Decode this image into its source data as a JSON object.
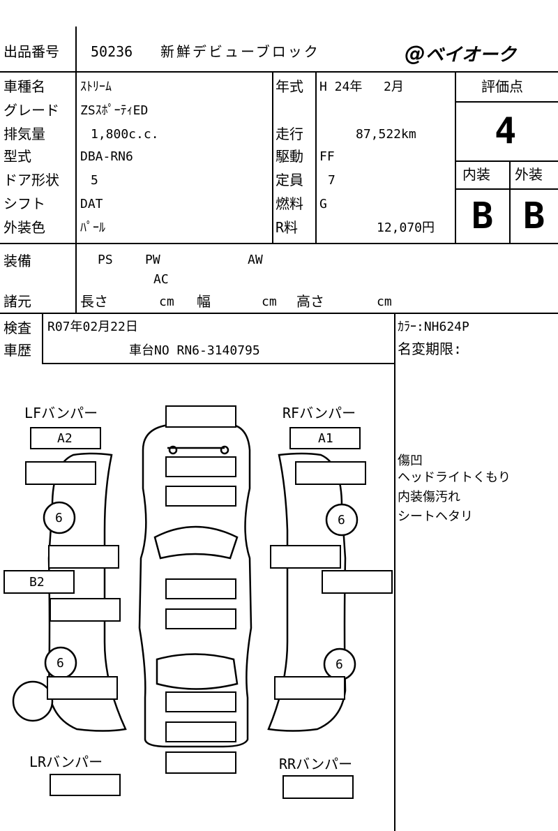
{
  "header": {
    "lot_label": "出品番号",
    "lot_no": "50236",
    "title": "新鮮デビューブロック",
    "logo": "ベイオーク"
  },
  "vehicle": {
    "name_label": "車種名",
    "name": "ｽﾄﾘｰﾑ",
    "grade_label": "グレード",
    "grade": "ZSｽﾎﾟｰﾃｨED",
    "displacement_label": "排気量",
    "displacement": "1,800c.c.",
    "model_label": "型式",
    "model": "DBA-RN6",
    "doors_label": "ドア形状",
    "doors": "5",
    "shift_label": "シフト",
    "shift": "DAT",
    "color_label": "外装色",
    "color": "ﾊﾟｰﾙ",
    "year_label": "年式",
    "year": "H 24年",
    "month": "2月",
    "mileage_label": "走行",
    "mileage": "87,522km",
    "drive_label": "駆動",
    "drive": "FF",
    "capacity_label": "定員",
    "capacity": "7",
    "fuel_label": "燃料",
    "fuel": "G",
    "rfee_label": "R料",
    "rfee": "12,070円"
  },
  "rating": {
    "label": "評価点",
    "score": "4",
    "interior_label": "内装",
    "interior": "B",
    "exterior_label": "外装",
    "exterior": "B"
  },
  "equipment": {
    "label": "装備",
    "ps": "PS",
    "pw": "PW",
    "aw": "AW",
    "ac": "AC"
  },
  "specs": {
    "label": "諸元",
    "length": "長さ",
    "width": "幅",
    "height": "高さ",
    "unit": "cm"
  },
  "inspection": {
    "label": "検査",
    "value": "R07年02月22日",
    "history_label": "車歴",
    "chassis": "車台NO  RN6-3140795",
    "color_code": "ｶﾗｰ:NH624P",
    "name_change": "名変期限:"
  },
  "diagram": {
    "lf_bumper": "LFバンパー",
    "lf_mark": "A2",
    "rf_bumper": "RFバンパー",
    "rf_mark": "A1",
    "lr_bumper": "LRバンパー",
    "rr_bumper": "RRバンパー",
    "left_side_mark": "B2",
    "tire_lf": "6",
    "tire_rf": "6",
    "tire_lr": "6",
    "tire_rr": "6"
  },
  "notes": {
    "title": "傷凹",
    "lines": [
      "ヘッドライトくもり",
      "内装傷汚れ",
      "シートヘタリ"
    ]
  }
}
